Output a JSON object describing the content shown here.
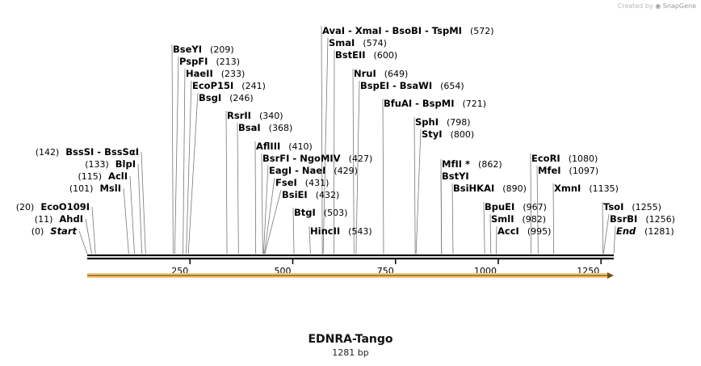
{
  "watermark": {
    "prefix": "Created by",
    "brand": "SnapGene"
  },
  "map": {
    "name": "EDNRA-Tango",
    "length_label": "1281 bp",
    "length_bp": 1281,
    "ticks": [
      250,
      500,
      750,
      1000,
      1250
    ],
    "colors": {
      "backbone": "#111111",
      "feature": "#f5c978",
      "feature_stroke": "#c99a3b",
      "line": "#777777"
    }
  },
  "sites": [
    {
      "label": "Start",
      "pos": 0,
      "pos_text": "(0)",
      "side": "left",
      "italic": true
    },
    {
      "label": "AhdI",
      "pos": 11,
      "pos_text": "(11)",
      "side": "left"
    },
    {
      "label": "EcoO109I",
      "pos": 20,
      "pos_text": "(20)",
      "side": "left"
    },
    {
      "label": "MslI",
      "pos": 101,
      "pos_text": "(101)",
      "side": "left"
    },
    {
      "label": "AclI",
      "pos": 115,
      "pos_text": "(115)",
      "side": "left"
    },
    {
      "label": "BlpI",
      "pos": 133,
      "pos_text": "(133)",
      "side": "left"
    },
    {
      "label": "BssSI  - BssSαI",
      "pos": 142,
      "pos_text": "(142)",
      "side": "left"
    },
    {
      "label": "BseYI",
      "pos": 209,
      "pos_text": "(209)",
      "side": "right"
    },
    {
      "label": "PspFI",
      "pos": 213,
      "pos_text": "(213)",
      "side": "right"
    },
    {
      "label": "HaeII",
      "pos": 233,
      "pos_text": "(233)",
      "side": "right"
    },
    {
      "label": "EcoP15I",
      "pos": 241,
      "pos_text": "(241)",
      "side": "right"
    },
    {
      "label": "BsgI",
      "pos": 246,
      "pos_text": "(246)",
      "side": "right"
    },
    {
      "label": "RsrII",
      "pos": 340,
      "pos_text": "(340)",
      "side": "right"
    },
    {
      "label": "BsaI",
      "pos": 368,
      "pos_text": "(368)",
      "side": "right"
    },
    {
      "label": "AflIII",
      "pos": 410,
      "pos_text": "(410)",
      "side": "right"
    },
    {
      "label": "BsrFI  - NgoMIV",
      "pos": 427,
      "pos_text": "(427)",
      "side": "right"
    },
    {
      "label": "EagI  - NaeI",
      "pos": 429,
      "pos_text": "(429)",
      "side": "right"
    },
    {
      "label": "FseI",
      "pos": 431,
      "pos_text": "(431)",
      "side": "right"
    },
    {
      "label": "BsiEI",
      "pos": 432,
      "pos_text": "(432)",
      "side": "right"
    },
    {
      "label": "BtgI",
      "pos": 503,
      "pos_text": "(503)",
      "side": "right"
    },
    {
      "label": "HincII",
      "pos": 543,
      "pos_text": "(543)",
      "side": "right"
    },
    {
      "label": "AvaI  - XmaI  - BsoBI  - TspMI",
      "pos": 572,
      "pos_text": "(572)",
      "side": "right"
    },
    {
      "label": "SmaI",
      "pos": 574,
      "pos_text": "(574)",
      "side": "right"
    },
    {
      "label": "BstEII",
      "pos": 600,
      "pos_text": "(600)",
      "side": "right"
    },
    {
      "label": "NruI",
      "pos": 649,
      "pos_text": "(649)",
      "side": "right"
    },
    {
      "label": "BspEI  - BsaWI",
      "pos": 654,
      "pos_text": "(654)",
      "side": "right"
    },
    {
      "label": "BfuAI  - BspMI",
      "pos": 721,
      "pos_text": "(721)",
      "side": "right"
    },
    {
      "label": "SphI",
      "pos": 798,
      "pos_text": "(798)",
      "side": "right"
    },
    {
      "label": "StyI",
      "pos": 800,
      "pos_text": "(800)",
      "side": "right"
    },
    {
      "label": "MfII *",
      "pos": 862,
      "pos_text": "(862)",
      "side": "right"
    },
    {
      "label": "BstYI",
      "pos": 862,
      "pos_text": "",
      "side": "right"
    },
    {
      "label": "BsiHKAI",
      "pos": 890,
      "pos_text": "(890)",
      "side": "right"
    },
    {
      "label": "BpuEI",
      "pos": 967,
      "pos_text": "(967)",
      "side": "right"
    },
    {
      "label": "SmlI",
      "pos": 982,
      "pos_text": "(982)",
      "side": "right"
    },
    {
      "label": "AccI",
      "pos": 995,
      "pos_text": "(995)",
      "side": "right"
    },
    {
      "label": "EcoRI",
      "pos": 1080,
      "pos_text": "(1080)",
      "side": "right"
    },
    {
      "label": "MfeI",
      "pos": 1097,
      "pos_text": "(1097)",
      "side": "right"
    },
    {
      "label": "XmnI",
      "pos": 1135,
      "pos_text": "(1135)",
      "side": "right"
    },
    {
      "label": "TsoI",
      "pos": 1255,
      "pos_text": "(1255)",
      "side": "right"
    },
    {
      "label": "BsrBI",
      "pos": 1256,
      "pos_text": "(1256)",
      "side": "right"
    },
    {
      "label": "End",
      "pos": 1281,
      "pos_text": "(1281)",
      "side": "right",
      "italic": true
    }
  ],
  "features": [
    {
      "name": "feature-arrow",
      "start": 1,
      "end": 1281,
      "direction": "forward"
    }
  ]
}
